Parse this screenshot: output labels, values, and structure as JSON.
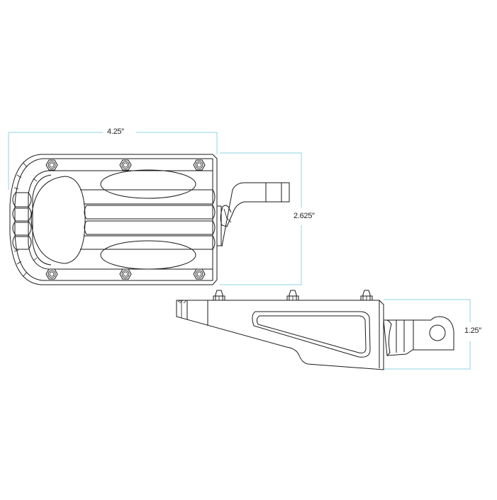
{
  "diagram": {
    "title": "Footpeg technical drawing with dimensions",
    "views": [
      {
        "name": "top-view",
        "description": "Top view of footpeg platform with six hex bolts, ribbed grip surface, oval cutouts and mounting bracket"
      },
      {
        "name": "side-view",
        "description": "Side profile of footpeg with three bolt heads, triangular cutout and clevis mount"
      }
    ],
    "dimensions": {
      "width": "4.25″",
      "height": "2.625″",
      "depth": "1.25″"
    },
    "colors": {
      "line": "#1a1a1a",
      "dimension_line": "#8fd3e0",
      "background": "#ffffff"
    }
  }
}
